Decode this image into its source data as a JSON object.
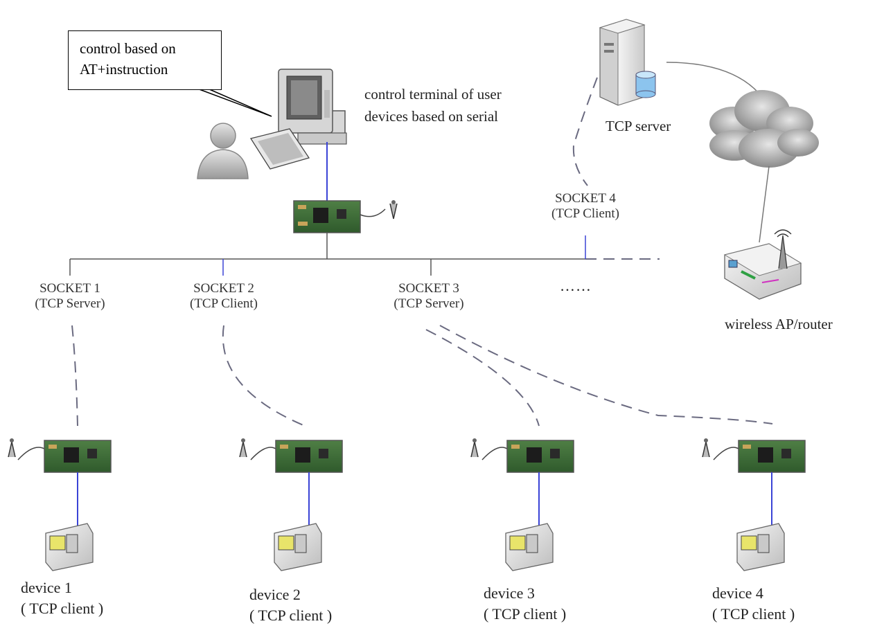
{
  "callout": {
    "line1": "control based on",
    "line2": "AT+instruction"
  },
  "control_terminal": {
    "line1": "control terminal of user",
    "line2": "devices based on serial"
  },
  "tcp_server": {
    "label": "TCP server"
  },
  "wireless_ap": {
    "label": "wireless AP/router"
  },
  "ellipsis": "……",
  "sockets": [
    {
      "name": "SOCKET 1",
      "role": "(TCP Server)"
    },
    {
      "name": "SOCKET 2",
      "role": "(TCP Client)"
    },
    {
      "name": "SOCKET 3",
      "role": "(TCP Server)"
    },
    {
      "name": "SOCKET 4",
      "role": "(TCP Client)"
    }
  ],
  "devices": [
    {
      "name": "device 1",
      "role": "( TCP client )"
    },
    {
      "name": "device 2",
      "role": "( TCP client )"
    },
    {
      "name": "device 3",
      "role": "( TCP client )"
    },
    {
      "name": "device 4",
      "role": "( TCP client )"
    }
  ],
  "colors": {
    "module_board": "#3f6f3a",
    "link_blue": "#3a43d6",
    "dashed": "#6a6a80",
    "bus": "#555555"
  }
}
